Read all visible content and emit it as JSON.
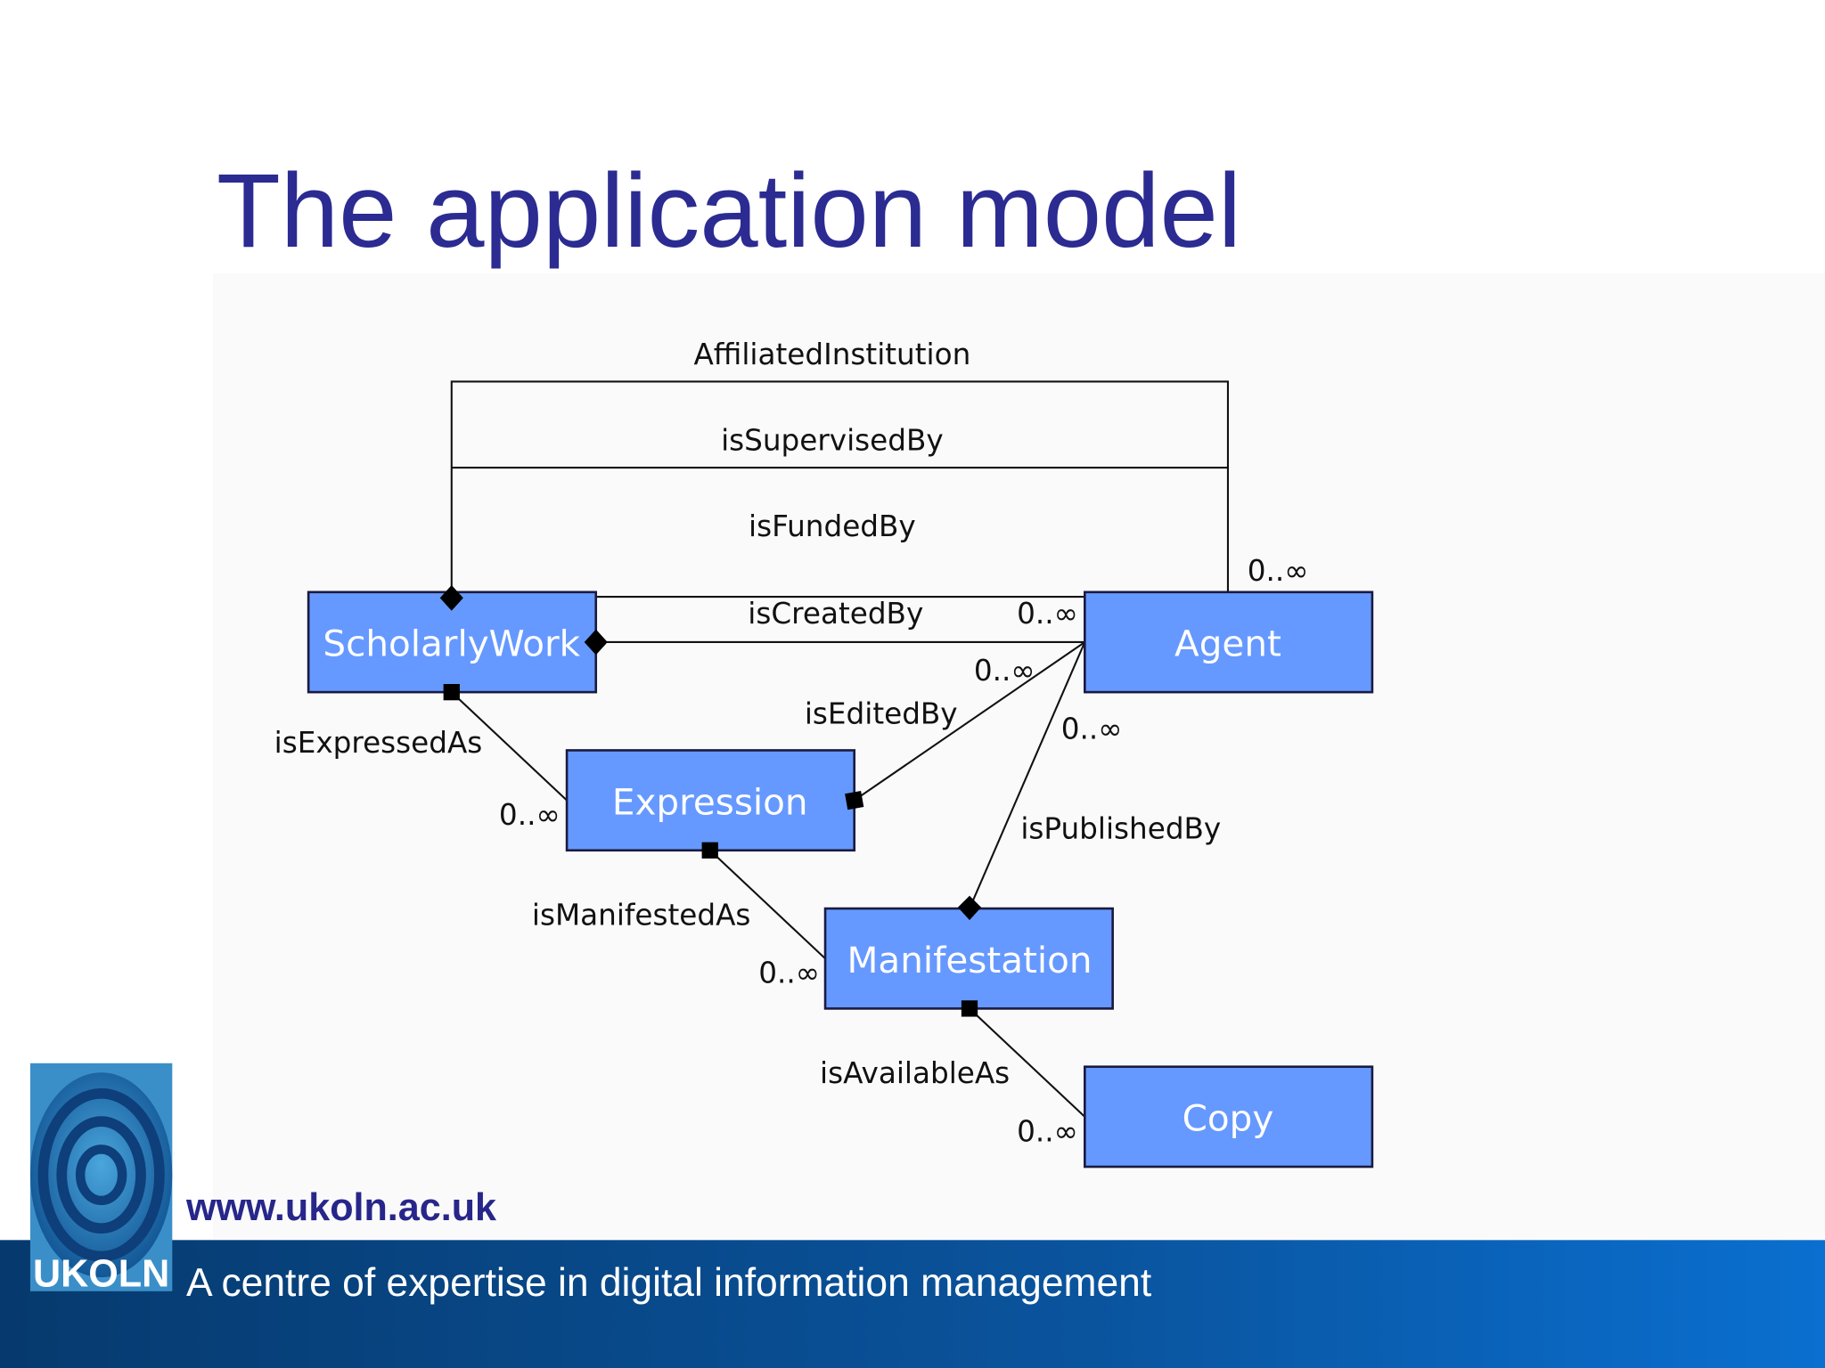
{
  "slide": {
    "title": "The application model",
    "footer": {
      "url": "www.ukoln.ac.uk",
      "tagline": "A centre of expertise in digital information management",
      "logo_text": "UKOLN"
    }
  },
  "colors": {
    "title": "#2b2b92",
    "box_fill": "#6699ff",
    "footer_dark": "#063a6e",
    "footer_light": "#0a6fd0"
  },
  "diagram": {
    "entities": [
      "ScholarlyWork",
      "Agent",
      "Expression",
      "Manifestation",
      "Copy"
    ],
    "relations": {
      "affiliated": "AffiliatedInstitution",
      "supervised": "isSupervisedBy",
      "funded": "isFundedBy",
      "created": "isCreatedBy",
      "edited": "isEditedBy",
      "published": "isPublishedBy",
      "expressed": "isExpressedAs",
      "manifested": "isManifestedAs",
      "available": "isAvailableAs"
    },
    "multiplicity": "0..∞"
  }
}
